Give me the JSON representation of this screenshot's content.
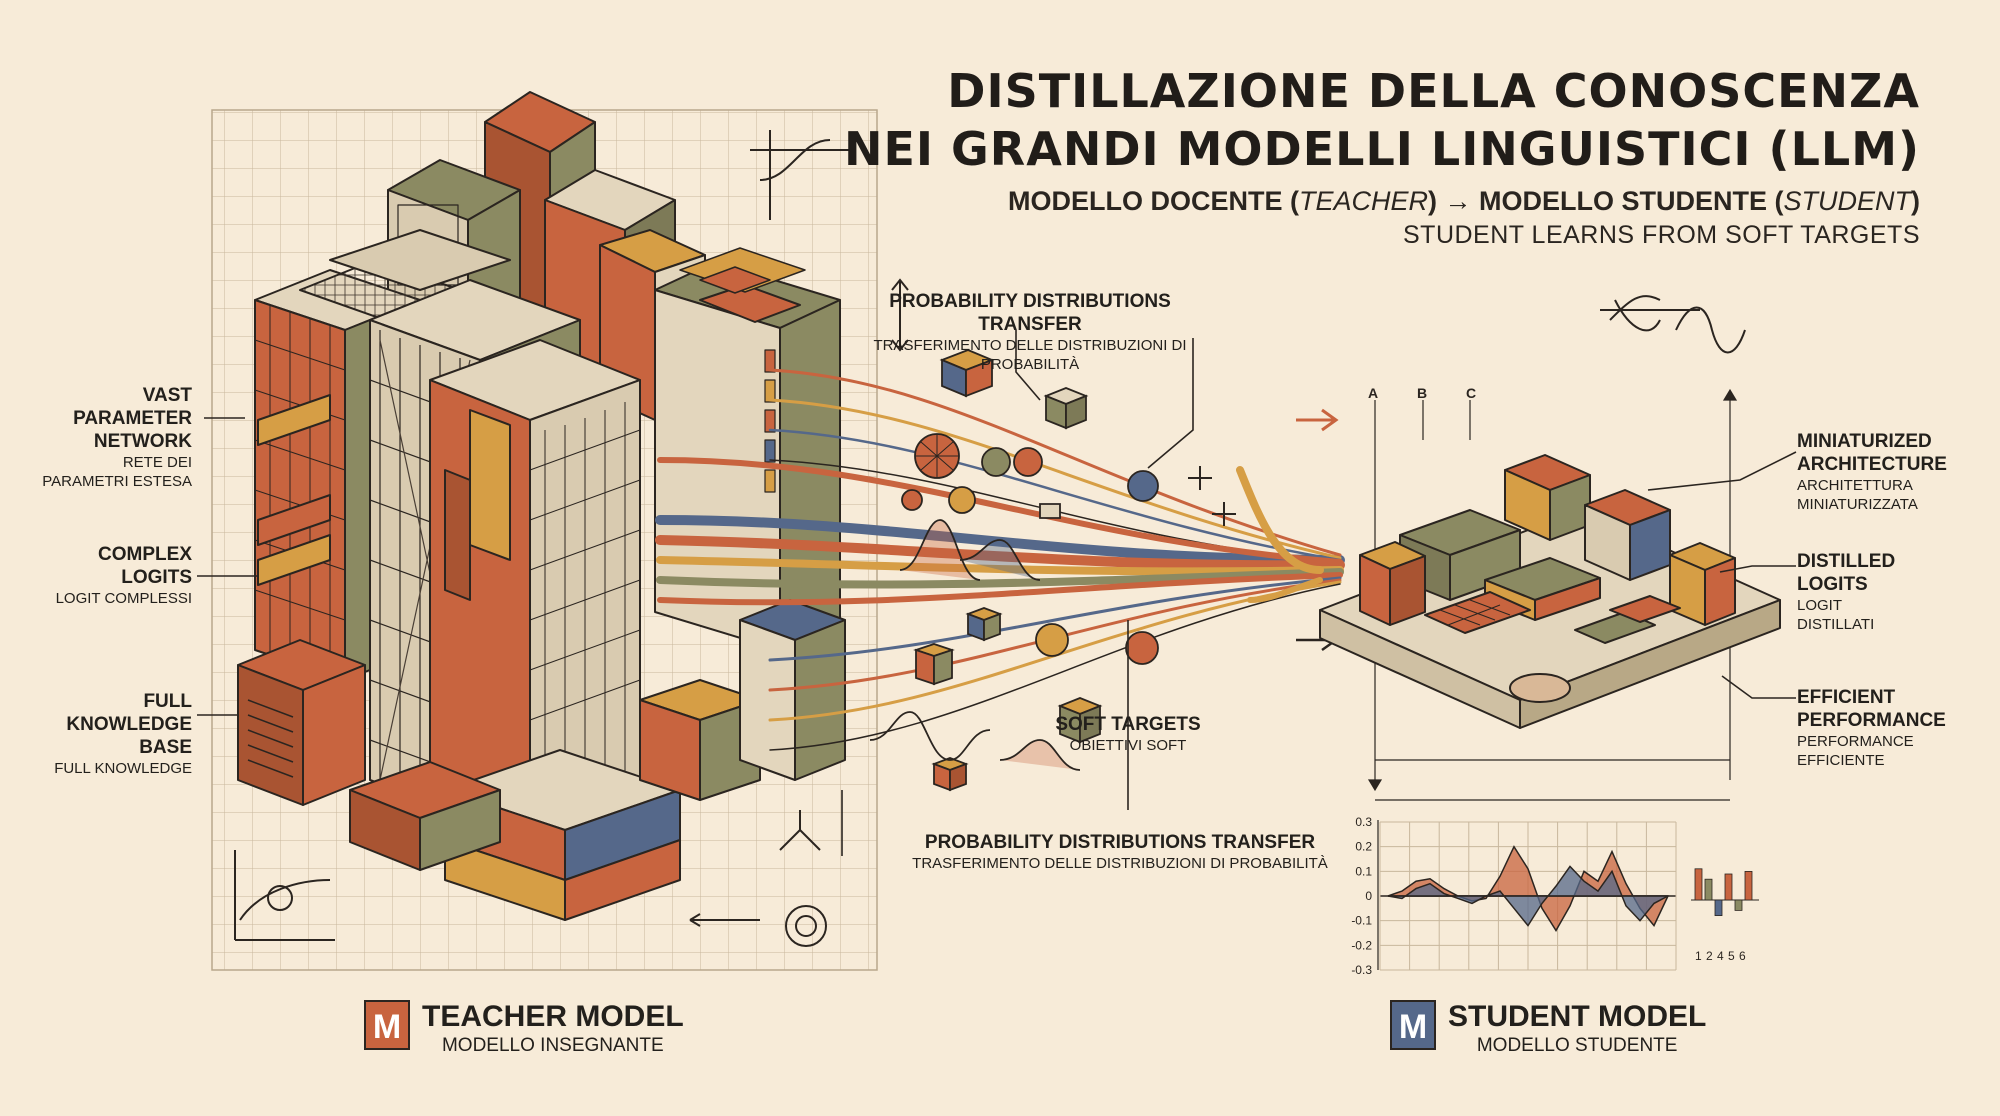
{
  "title": {
    "line1": "DISTILLAZIONE DELLA CONOSCENZA",
    "line2": "NEI GRANDI MODELLI LINGUISTICI (LLM)",
    "subtitle_part1": "MODELLO DOCENTE (",
    "subtitle_teacher": "TEACHER",
    "subtitle_part2": ") → MODELLO STUDENTE (",
    "subtitle_student": "STUDENT",
    "subtitle_part3": ")",
    "subtitle2": "STUDENT LEARNS FROM SOFT TARGETS"
  },
  "left_labels": [
    {
      "en_lines": [
        "VAST",
        "PARAMETER",
        "NETWORK"
      ],
      "it_lines": [
        "RETE DEI",
        "PARAMETRI ESTESA"
      ]
    },
    {
      "en_lines": [
        "COMPLEX",
        "LOGITS"
      ],
      "it_lines": [
        "LOGIT COMPLESSI"
      ]
    },
    {
      "en_lines": [
        "FULL",
        "KNOWLEDGE",
        "BASE"
      ],
      "it_lines": [
        "FULL KNOWLEDGE"
      ]
    }
  ],
  "right_labels": [
    {
      "en_lines": [
        "MINIATURIZED",
        "ARCHITECTURE"
      ],
      "it_lines": [
        "ARCHITETTURA",
        "MINIATURIZZATA"
      ]
    },
    {
      "en_lines": [
        "DISTILLED",
        "LOGITS"
      ],
      "it_lines": [
        "LOGIT",
        "DISTILLATI"
      ]
    },
    {
      "en_lines": [
        "EFFICIENT",
        "PERFORMANCE"
      ],
      "it_lines": [
        "PERFORMANCE",
        "EFFICIENTE"
      ]
    }
  ],
  "center_labels": {
    "top": {
      "en": "PROBABILITY DISTRIBUTIONS TRANSFER",
      "it": "TRASFERIMENTO DELLE DISTRIBUZIONI DI PROBABILITÀ"
    },
    "soft": {
      "en": "SOFT TARGETS",
      "it": "OBIETTIVI SOFT"
    },
    "bottom": {
      "en": "PROBABILITY DISTRIBUTIONS TRANSFER",
      "it": "TRASFERIMENTO DELLE DISTRIBUZIONI DI PROBABILITÀ"
    }
  },
  "teacher": {
    "badge": "M",
    "en": "TEACHER MODEL",
    "it": "MODELLO INSEGNANTE"
  },
  "student": {
    "badge": "M",
    "en": "STUDENT MODEL",
    "it": "MODELLO STUDENTE"
  },
  "axis_letters": [
    "A",
    "B",
    "C"
  ],
  "colors": {
    "background": "#f7ebd8",
    "terracotta": "#c8643f",
    "olive": "#8b8a62",
    "mustard": "#d69e45",
    "slate_blue": "#55688a",
    "beige": "#e3d6bd",
    "ink": "#2b2520"
  },
  "chart_data": {
    "type": "line",
    "y_ticks": [
      "0.3",
      "0.2",
      "0.1",
      "0",
      "-0.1",
      "-0.2",
      "-0.3"
    ],
    "ylim": [
      -0.3,
      0.3
    ],
    "series": [
      {
        "color": "#c8643f",
        "x": [
          0,
          1,
          2,
          3,
          4,
          5,
          6,
          7,
          8,
          9,
          10,
          11,
          12,
          13,
          14,
          15,
          16,
          17,
          18,
          19,
          20
        ],
        "values": [
          0,
          0.02,
          0.06,
          0.07,
          0.03,
          0,
          -0.02,
          -0.01,
          0.08,
          0.2,
          0.11,
          -0.05,
          -0.14,
          -0.04,
          0.1,
          0.06,
          0.18,
          0.05,
          -0.05,
          -0.12,
          0
        ]
      },
      {
        "color": "#55688a",
        "x": [
          0,
          1,
          2,
          3,
          4,
          5,
          6,
          7,
          8,
          9,
          10,
          11,
          12,
          13,
          14,
          15,
          16,
          17,
          18,
          19,
          20
        ],
        "values": [
          0,
          -0.01,
          0.03,
          0.05,
          0.01,
          -0.01,
          -0.03,
          0,
          0.02,
          -0.05,
          -0.12,
          -0.03,
          0.04,
          0.12,
          0.06,
          0.02,
          0.1,
          -0.04,
          -0.1,
          -0.03,
          0
        ]
      }
    ],
    "bar_ticks": [
      "1",
      "2",
      "4",
      "5",
      "6"
    ],
    "bar_values": [
      0.12,
      0.08,
      -0.06,
      0.1,
      -0.04,
      0.11
    ]
  }
}
